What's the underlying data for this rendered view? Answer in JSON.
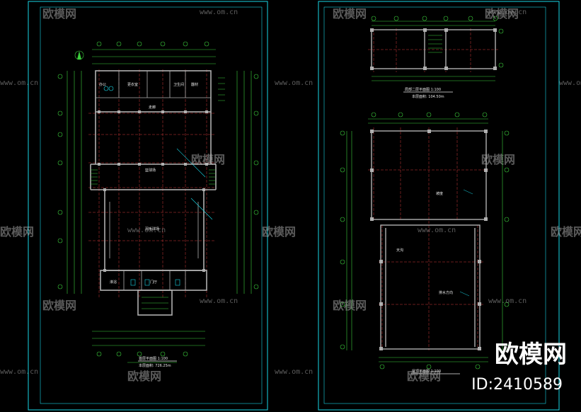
{
  "colors": {
    "background": "#000000",
    "frame": "#18d6e6",
    "wall": "#b0b0b0",
    "axis": "#d23a3a",
    "dim": "#3ccf3c",
    "text": "#e8e8e8"
  },
  "watermarks": {
    "brand": "欧模网",
    "url": "www.om.cn",
    "id": "ID:2410589"
  },
  "sheet_left": {
    "plan_title": "首层平面图 1:100",
    "area_text": "本层面积: 726.25m",
    "room_labels": [
      "办公",
      "更衣室",
      "卫生间",
      "器材",
      "淋浴",
      "门厅",
      "篮球场",
      "羽毛球场",
      "走廊"
    ]
  },
  "sheet_right": {
    "top_plan_title": "局部二层平面图 1:100",
    "top_area_text": "本层面积: 104.50m",
    "roof_plan_title": "屋顶平面图 1:100",
    "roof_labels": [
      "坡度",
      "排水方向",
      "天沟"
    ]
  }
}
